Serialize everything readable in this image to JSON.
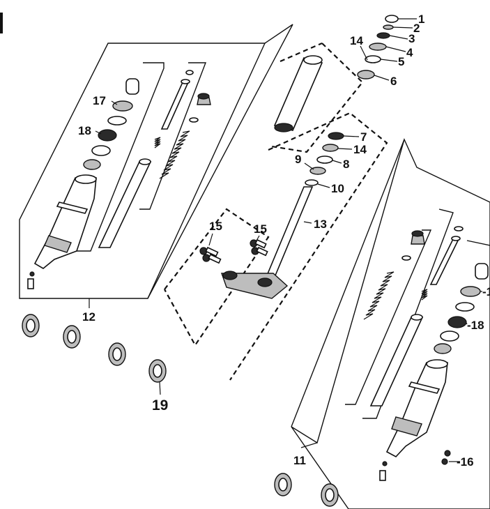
{
  "diagram": {
    "callouts": {
      "c1": "1",
      "c2": "2",
      "c3": "3",
      "c4": "4",
      "c5": "5",
      "c6": "6",
      "c14_top": "14",
      "c7": "7",
      "c14_mid": "14",
      "c8": "8",
      "c9": "9",
      "c10": "10",
      "c13": "13",
      "c15_left": "15",
      "c15_right": "15",
      "c17": "17",
      "c18_left": "18",
      "c12": "12",
      "c19": "19",
      "c1_right": "-1",
      "c18_right": "-18",
      "c11": "11",
      "c16": "-16"
    }
  }
}
